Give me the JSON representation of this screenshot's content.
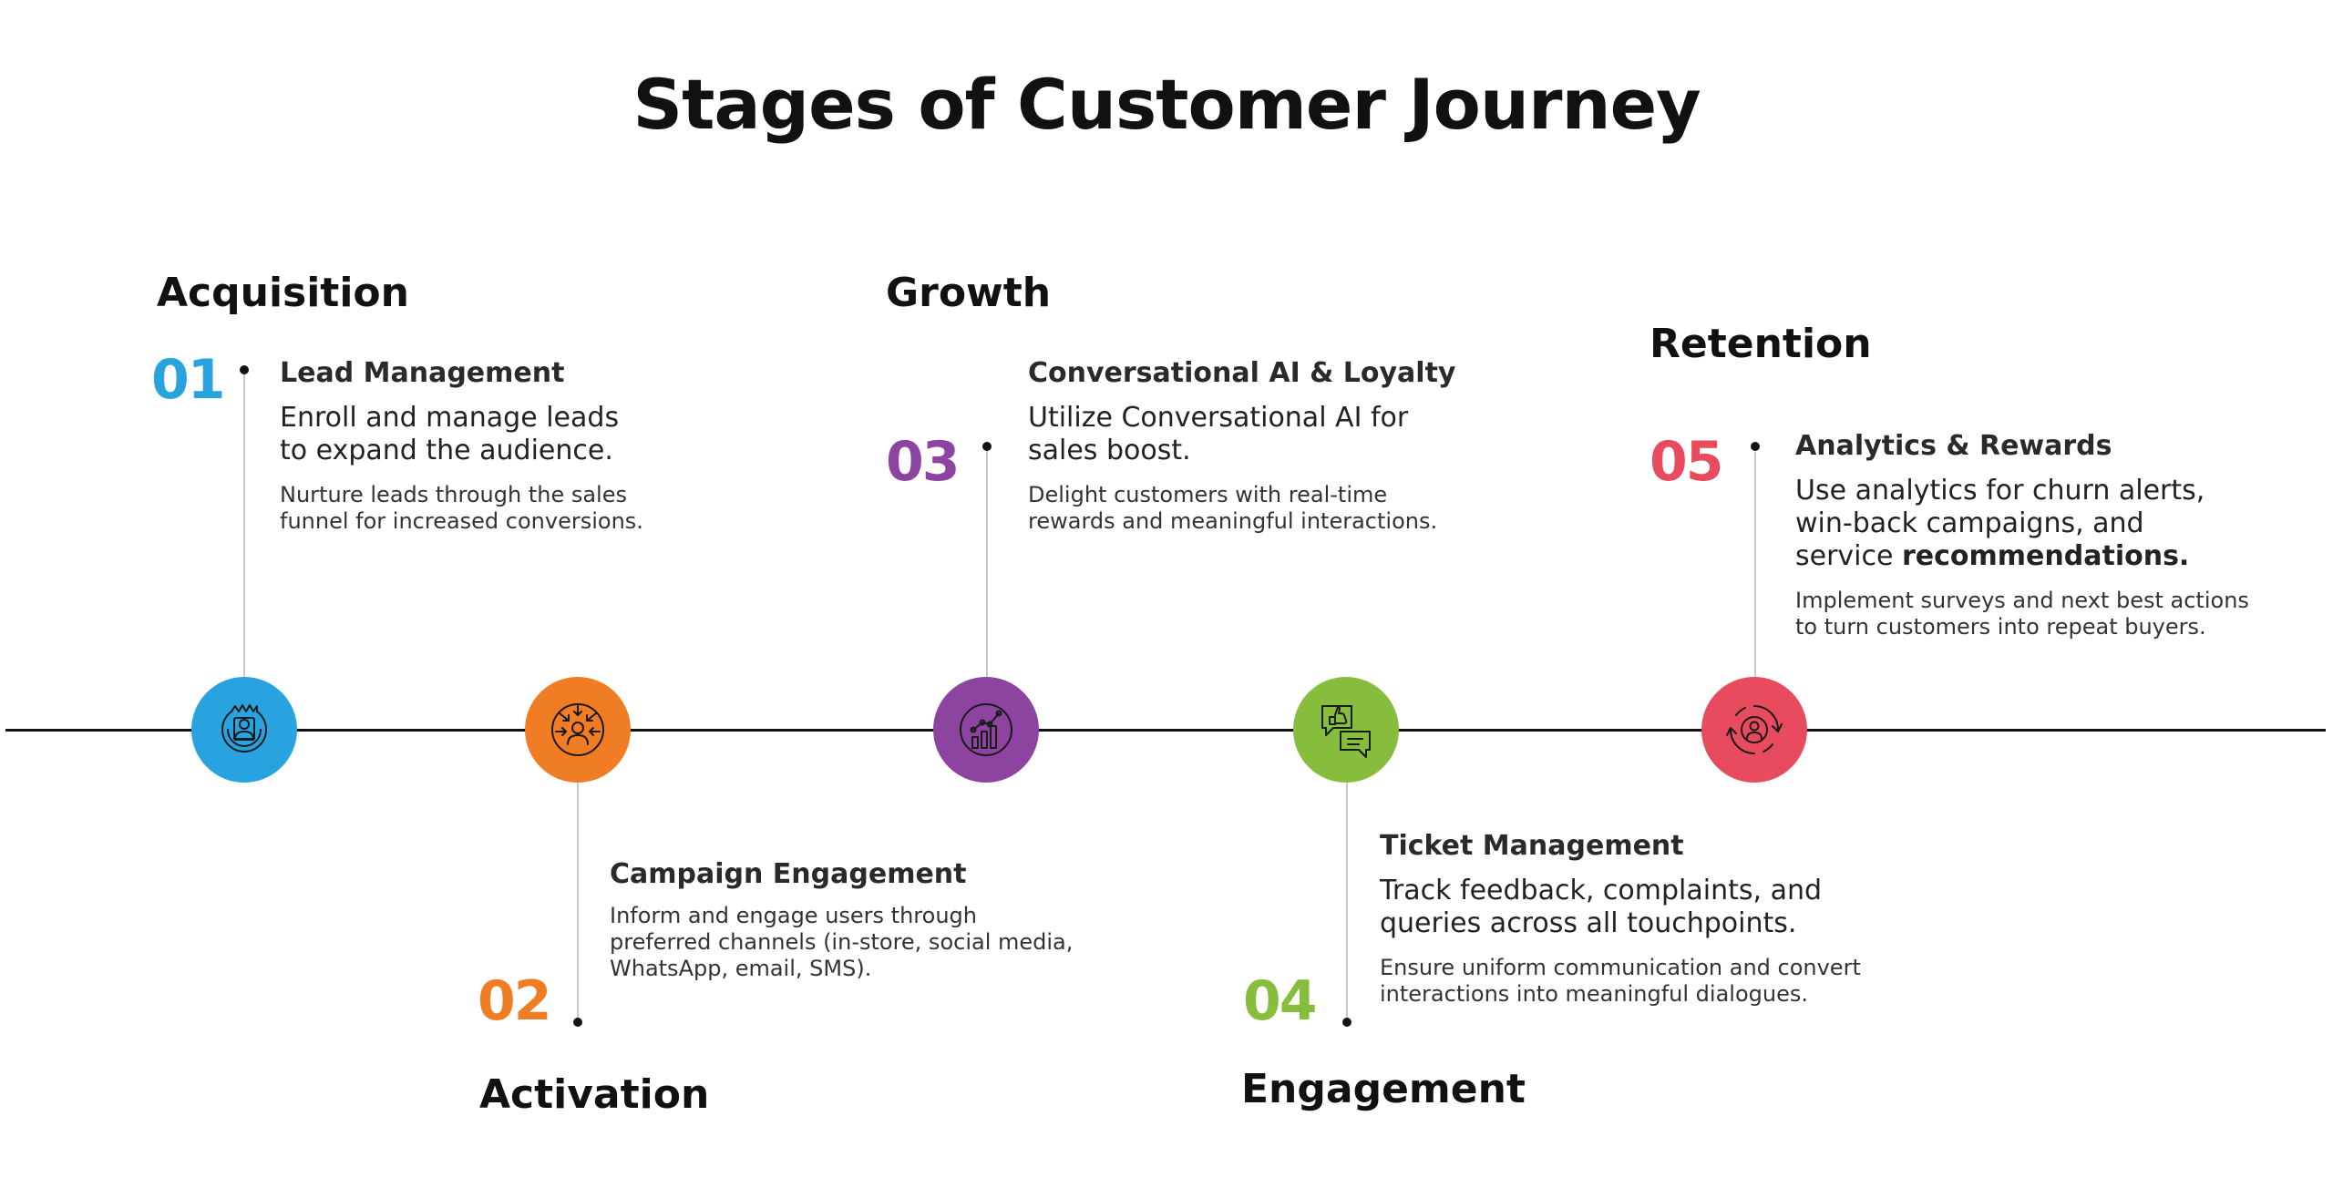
{
  "title": "Stages of Customer Journey",
  "stages": [
    {
      "number": "01",
      "stage": "Acquisition",
      "heading": "Lead Management",
      "subtitle_lines": [
        "Enroll and manage leads",
        "to expand the audience."
      ],
      "desc_lines": [
        "Nurture leads through the sales",
        "funnel for increased conversions."
      ],
      "color": "#29a3df",
      "icon": "user-target-icon"
    },
    {
      "number": "02",
      "stage": "Activation",
      "heading": "Campaign Engagement",
      "desc_lines": [
        "Inform and engage users through",
        "preferred channels (in-store, social media,",
        "WhatsApp, email, SMS)."
      ],
      "color": "#f07c24",
      "icon": "audience-focus-icon"
    },
    {
      "number": "03",
      "stage": "Growth",
      "heading": "Conversational AI & Loyalty",
      "subtitle_lines": [
        "Utilize Conversational AI for",
        "sales boost."
      ],
      "desc_lines": [
        "Delight customers with real-time",
        "rewards and meaningful interactions."
      ],
      "color": "#8d44a0",
      "icon": "growth-chart-icon"
    },
    {
      "number": "04",
      "stage": "Engagement",
      "heading": "Ticket Management",
      "subtitle_lines": [
        "Track feedback, complaints, and",
        "queries across all touchpoints."
      ],
      "desc_lines": [
        "Ensure uniform communication and convert",
        "interactions into meaningful dialogues."
      ],
      "color": "#86bd3d",
      "icon": "feedback-chat-icon"
    },
    {
      "number": "05",
      "stage": "Retention",
      "heading": "Analytics & Rewards",
      "subtitle_lines": [
        "Use analytics for churn alerts,",
        "win-back campaigns, and"
      ],
      "subtitle_tail_plain": "service ",
      "subtitle_tail_bold": "recommendations.",
      "desc_lines": [
        "Implement surveys and next best actions",
        "to turn customers into repeat buyers."
      ],
      "color": "#e84b5d",
      "icon": "retention-cycle-icon"
    }
  ]
}
